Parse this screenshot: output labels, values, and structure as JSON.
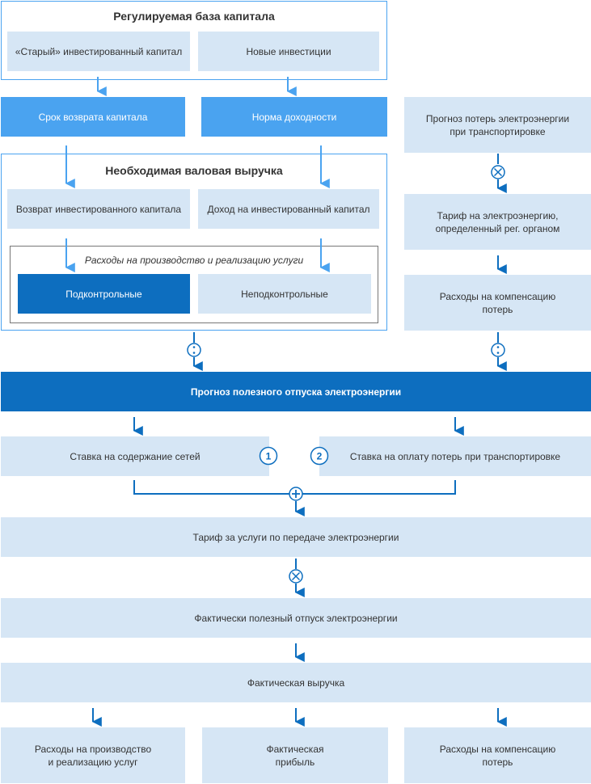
{
  "capital_base": {
    "title": "Регулируемая база капитала",
    "old_capital": "«Старый» инвестированный капитал",
    "new_investments": "Новые инвестиции"
  },
  "return_period": "Срок возврата капитала",
  "rate_of_return": "Норма доходности",
  "losses_forecast": "Прогноз потерь электроэнергии\nпри транспортировке",
  "required_revenue": {
    "title": "Необходимая валовая выручка",
    "return_capital": "Возврат инвестированного капитала",
    "income_capital": "Доход на инвестированный капитал",
    "expenses_title": "Расходы на производство и реализацию услуги",
    "controllable": "Подконтрольные",
    "uncontrollable": "Неподконтрольные"
  },
  "electricity_tariff": "Тариф на электроэнергию,\nопределенный рег. органом",
  "loss_compensation": "Расходы на компенсацию\nпотерь",
  "useful_supply_forecast": "Прогноз полезного отпуска электроэнергии",
  "network_rate": "Ставка на содержание сетей",
  "losses_rate": "Ставка на оплату потерь при транспортировке",
  "badge1": "1",
  "badge2": "2",
  "transfer_tariff": "Тариф за услуги по передаче электроэнергии",
  "actual_supply": "Фактически полезный отпуск электроэнергии",
  "actual_revenue": "Фактическая выручка",
  "bottom": {
    "expenses": "Расходы на производство\nи реализацию услуг",
    "profit": "Фактическая\nприбыль",
    "compensation": "Расходы на компенсацию\nпотерь"
  },
  "colors": {
    "light": "#d6e6f5",
    "mid": "#4aa3f0",
    "dark": "#0d6ebf",
    "arrow": "#4aa3f0",
    "connector": "#0d6ebf"
  }
}
